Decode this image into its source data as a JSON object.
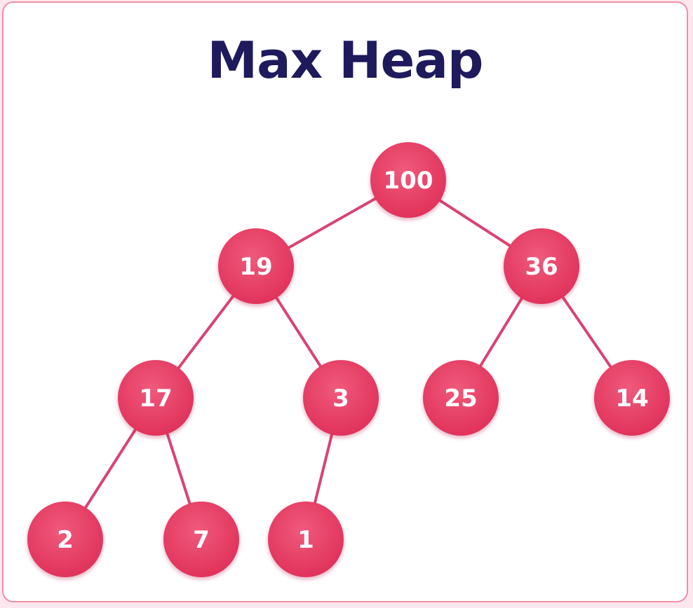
{
  "title": "Max Heap",
  "colors": {
    "node_fill": "#e8395f",
    "edge": "#d94472",
    "title": "#1e1a5c",
    "frame_border": "#ee8fa9"
  },
  "tree": {
    "nodes": [
      {
        "id": "n0",
        "value": "100"
      },
      {
        "id": "n1",
        "value": "19"
      },
      {
        "id": "n2",
        "value": "36"
      },
      {
        "id": "n3",
        "value": "17"
      },
      {
        "id": "n4",
        "value": "3"
      },
      {
        "id": "n5",
        "value": "25"
      },
      {
        "id": "n6",
        "value": "14"
      },
      {
        "id": "n7",
        "value": "2"
      },
      {
        "id": "n8",
        "value": "7"
      },
      {
        "id": "n9",
        "value": "1"
      }
    ],
    "edges": [
      [
        "n0",
        "n1"
      ],
      [
        "n0",
        "n2"
      ],
      [
        "n1",
        "n3"
      ],
      [
        "n1",
        "n4"
      ],
      [
        "n2",
        "n5"
      ],
      [
        "n2",
        "n6"
      ],
      [
        "n3",
        "n7"
      ],
      [
        "n3",
        "n8"
      ],
      [
        "n4",
        "n9"
      ]
    ]
  }
}
